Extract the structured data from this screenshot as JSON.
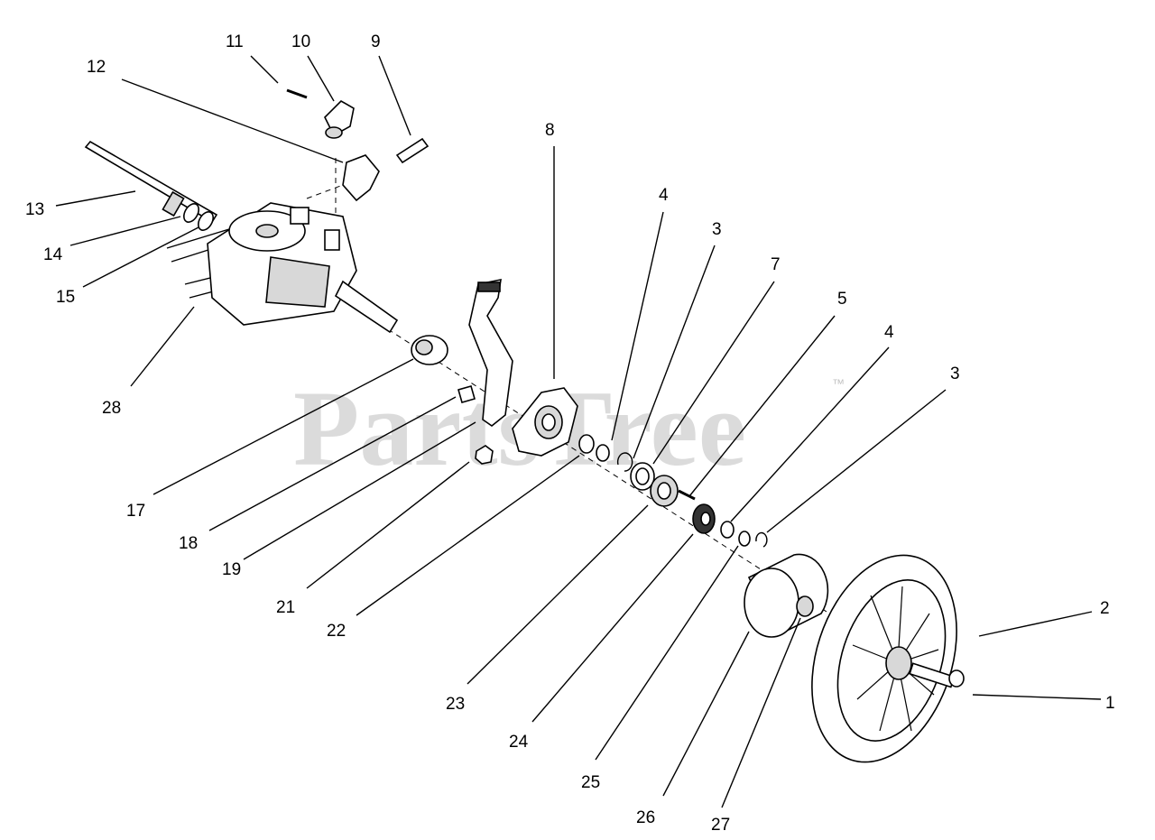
{
  "watermark": {
    "text": "PartsTree",
    "trademark": "™"
  },
  "callouts": [
    "11",
    "10",
    "9",
    "12",
    "8",
    "13",
    "14",
    "15",
    "28",
    "4",
    "3",
    "7",
    "5",
    "4",
    "3",
    "17",
    "18",
    "19",
    "21",
    "22",
    "23",
    "24",
    "25",
    "26",
    "27",
    "2",
    "1"
  ]
}
